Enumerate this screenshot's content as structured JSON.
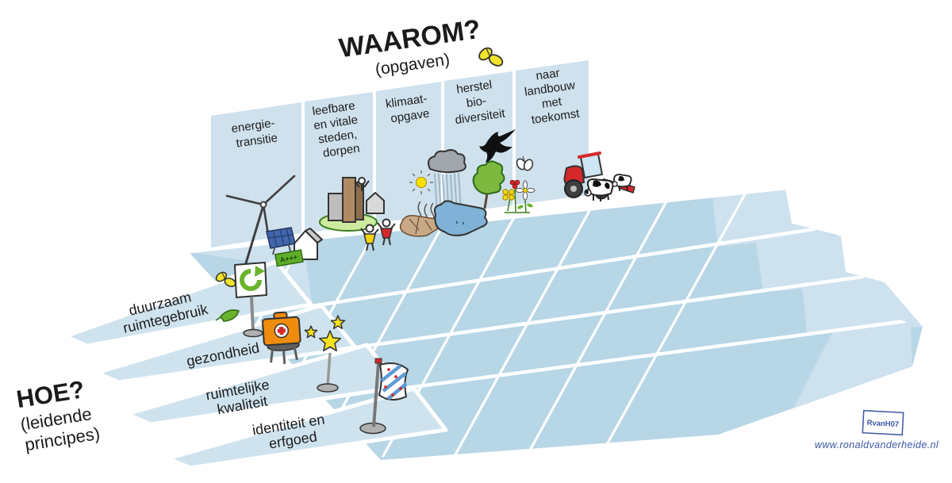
{
  "title": {
    "main": "WAAROM?",
    "sub": "(opgaven)"
  },
  "how": {
    "main": "HOE?",
    "sub1": "(leidende",
    "sub2": "principes)"
  },
  "columns": [
    {
      "id": "energie-transitie",
      "lines": [
        "energie-",
        "transitie"
      ]
    },
    {
      "id": "leefbare-steden",
      "lines": [
        "leefbare",
        "en vitale",
        "steden,",
        "dorpen"
      ]
    },
    {
      "id": "klimaat-opgave",
      "lines": [
        "klimaat-",
        "opgave"
      ]
    },
    {
      "id": "herstel-biodiversiteit",
      "lines": [
        "herstel",
        "bio-",
        "diversiteit"
      ]
    },
    {
      "id": "landbouw-toekomst",
      "lines": [
        "naar",
        "landbouw",
        "met",
        "toekomst"
      ]
    }
  ],
  "rows": [
    {
      "id": "duurzaam-ruimtegebruik",
      "lines": [
        "duurzaam",
        "ruimtegebruik"
      ]
    },
    {
      "id": "gezondheid",
      "lines": [
        "gezondheid"
      ]
    },
    {
      "id": "ruimtelijke-kwaliteit",
      "lines": [
        "ruimtelijke",
        "kwaliteit"
      ]
    },
    {
      "id": "identiteit-erfgoed",
      "lines": [
        "identiteit en",
        "erfgoed"
      ]
    }
  ],
  "energy_label": "A+++",
  "credit": {
    "monogram": "RvanH07",
    "website": "www.ronaldvanderheide.nl"
  },
  "colors": {
    "panel_blue": "#cfe1ed",
    "plane_blue": "#b7d6e6",
    "light_cell_blue": "#cde1ee",
    "credit_blue": "#3c56a5",
    "green": "#6ab32c",
    "red": "#d6282a",
    "yellow": "#f8e21d",
    "orange": "#ef8c0d"
  },
  "icons": {
    "energie-transitie": [
      "wind-turbine",
      "solar-panel",
      "house-energy-label"
    ],
    "leefbare-steden": [
      "city-buildings",
      "cheering-people"
    ],
    "klimaat-opgave": [
      "rain-cloud",
      "sun",
      "heat-waves",
      "cracked-earth",
      "water-creature"
    ],
    "herstel-biodiversiteit": [
      "bird",
      "tree",
      "flowers",
      "white-butterfly"
    ],
    "landbouw-toekomst": [
      "tractor",
      "cows"
    ],
    "duurzaam-ruimtegebruik": [
      "recycle-sign",
      "yellow-butterfly",
      "leaf"
    ],
    "gezondheid": [
      "first-aid-kit-stool"
    ],
    "ruimtelijke-kwaliteit": [
      "stars-on-pole"
    ],
    "identiteit-erfgoed": [
      "frisian-flag"
    ]
  }
}
